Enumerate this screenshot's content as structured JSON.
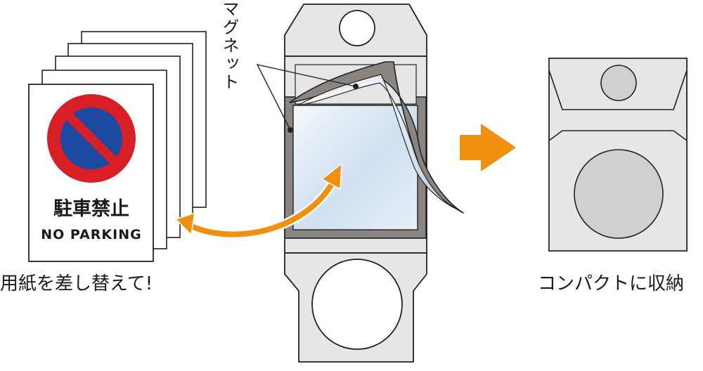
{
  "sign": {
    "title": "駐車禁止",
    "subtitle": "NO PARKING"
  },
  "labels": {
    "magnet": "マグネット",
    "swap_paper": "用紙を差し替えて!",
    "compact_storage": "コンパクトに収納"
  },
  "colors": {
    "outline": "#222222",
    "sheet_gray": "#e6e6e6",
    "frame_gray": "#8a8580",
    "accent_orange": "#f0900f",
    "prohibition_red": "#d81f26",
    "prohibition_blue": "#1c4aa0",
    "film_blue": "#cfe0f0"
  },
  "icons": {
    "no_parking": "no-parking-sign-icon",
    "arrow": "right-arrow-icon",
    "swap": "double-headed-curved-arrow-icon"
  }
}
